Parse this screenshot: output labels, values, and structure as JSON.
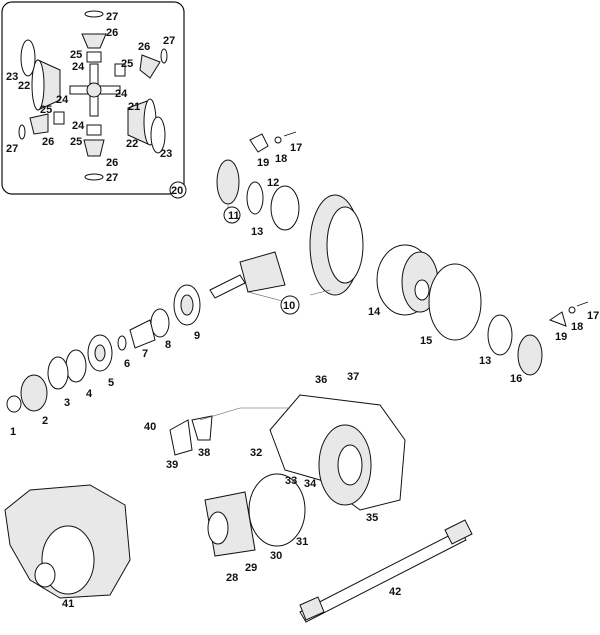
{
  "diagram": {
    "labels": {
      "l1": "1",
      "l2": "2",
      "l3": "3",
      "l4": "4",
      "l5": "5",
      "l6": "6",
      "l7": "7",
      "l8": "8",
      "l9": "9",
      "l10": "10",
      "l11": "11",
      "l12": "12",
      "l13a": "13",
      "l13b": "13",
      "l14": "14",
      "l15": "15",
      "l16": "16",
      "l17a": "17",
      "l17b": "17",
      "l18a": "18",
      "l18b": "18",
      "l19a": "19",
      "l19b": "19",
      "l20": "20",
      "i21": "21",
      "i22a": "22",
      "i22b": "22",
      "i23a": "23",
      "i23b": "23",
      "i24a": "24",
      "i24b": "24",
      "i24c": "24",
      "i24d": "24",
      "i25a": "25",
      "i25b": "25",
      "i25c": "25",
      "i25d": "25",
      "i26a": "26",
      "i26b": "26",
      "i26c": "26",
      "i26d": "26",
      "i27a": "27",
      "i27b": "27",
      "i27c": "27",
      "i27d": "27",
      "l28": "28",
      "l29": "29",
      "l30": "30",
      "l31": "31",
      "l32": "32",
      "l33": "33",
      "l34": "34",
      "l35": "35",
      "l36": "36",
      "l37": "37",
      "l38": "38",
      "l39": "39",
      "l40": "40",
      "l41": "41",
      "l42": "42"
    }
  }
}
